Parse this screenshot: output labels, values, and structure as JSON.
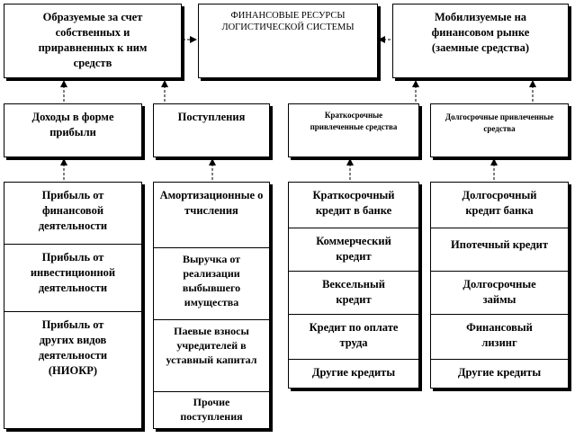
{
  "top": {
    "left": "Образуемые за счет собственных и приравненных к ним средств",
    "center": "ФИНАНСОВЫЕ  РЕСУРСЫ ЛОГИСТИЧЕСКОЙ СИСТЕМЫ",
    "right": "Мобилизуемые на финансовом рынке (заемные средства)"
  },
  "mid": {
    "income": "Доходы в форме прибыли",
    "receipts": "Поступления",
    "short_term": "Краткосрочные привлеченные средства",
    "long_term": "Долгосрочные привлеченные средства"
  },
  "columns": {
    "profit": [
      "Прибыль от финансовой деятельности",
      "Прибыль от инвестиционной деятельности",
      "Прибыль от других видов деятельности (НИОКР)"
    ],
    "receipts": [
      "Амортизационные отчисления",
      "Выручка от реализации выбывшего имущества",
      "Паевые взносы учредителей в уставный капитал",
      "Прочие поступления"
    ],
    "short_term": [
      "Краткосрочный кредит в банке",
      "Коммерческий кредит",
      "Вексельный кредит",
      "Кредит по оплате труда",
      "Другие кредиты"
    ],
    "long_term": [
      "Долгосрочный кредит банка",
      "Ипотечный кредит",
      "Долгосрочные займы",
      "Финансовый лизинг",
      "Другие кредиты"
    ]
  }
}
